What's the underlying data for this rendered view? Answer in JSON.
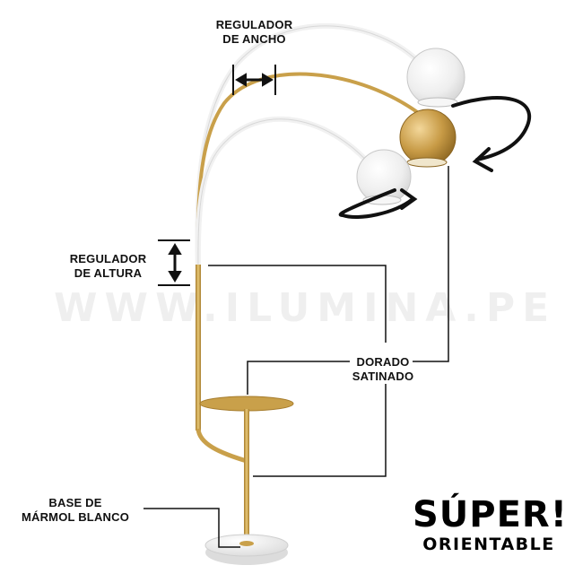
{
  "labels": {
    "width_regulator": [
      "REGULADOR",
      "DE ANCHO"
    ],
    "height_regulator": [
      "REGULADOR",
      "DE ALTURA"
    ],
    "finish": [
      "DORADO",
      "SATINADO"
    ],
    "base": [
      "BASE DE",
      "MÁRMOL BLANCO"
    ]
  },
  "watermark": "WWW.ILUMINA.PE",
  "badge": {
    "line1": "SÚPER!",
    "line2": "ORIENTABLE"
  },
  "colors": {
    "gold": "#c9a04a",
    "gold_dark": "#9c7426",
    "marble": "#eeeeee",
    "annotation": "#000000"
  }
}
